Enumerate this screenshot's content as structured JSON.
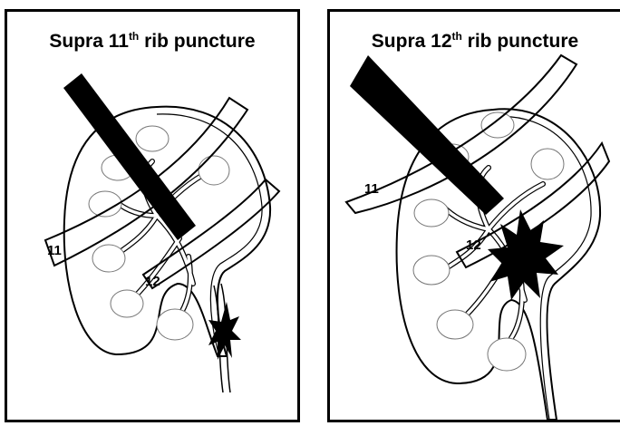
{
  "panels": [
    {
      "title_prefix": "Supra 11",
      "title_sup": "th",
      "title_suffix": " rib puncture",
      "rib_labels": [
        "11",
        "12"
      ]
    },
    {
      "title_prefix": "Supra 12",
      "title_sup": "th",
      "title_suffix": " rib puncture",
      "rib_labels": [
        "11",
        "12"
      ]
    }
  ],
  "colors": {
    "line": "#000000",
    "background": "#ffffff",
    "calyx": "#777777"
  },
  "icons": [
    "kidney-outline",
    "calyx-shell",
    "rib",
    "needle",
    "injury-starburst"
  ]
}
